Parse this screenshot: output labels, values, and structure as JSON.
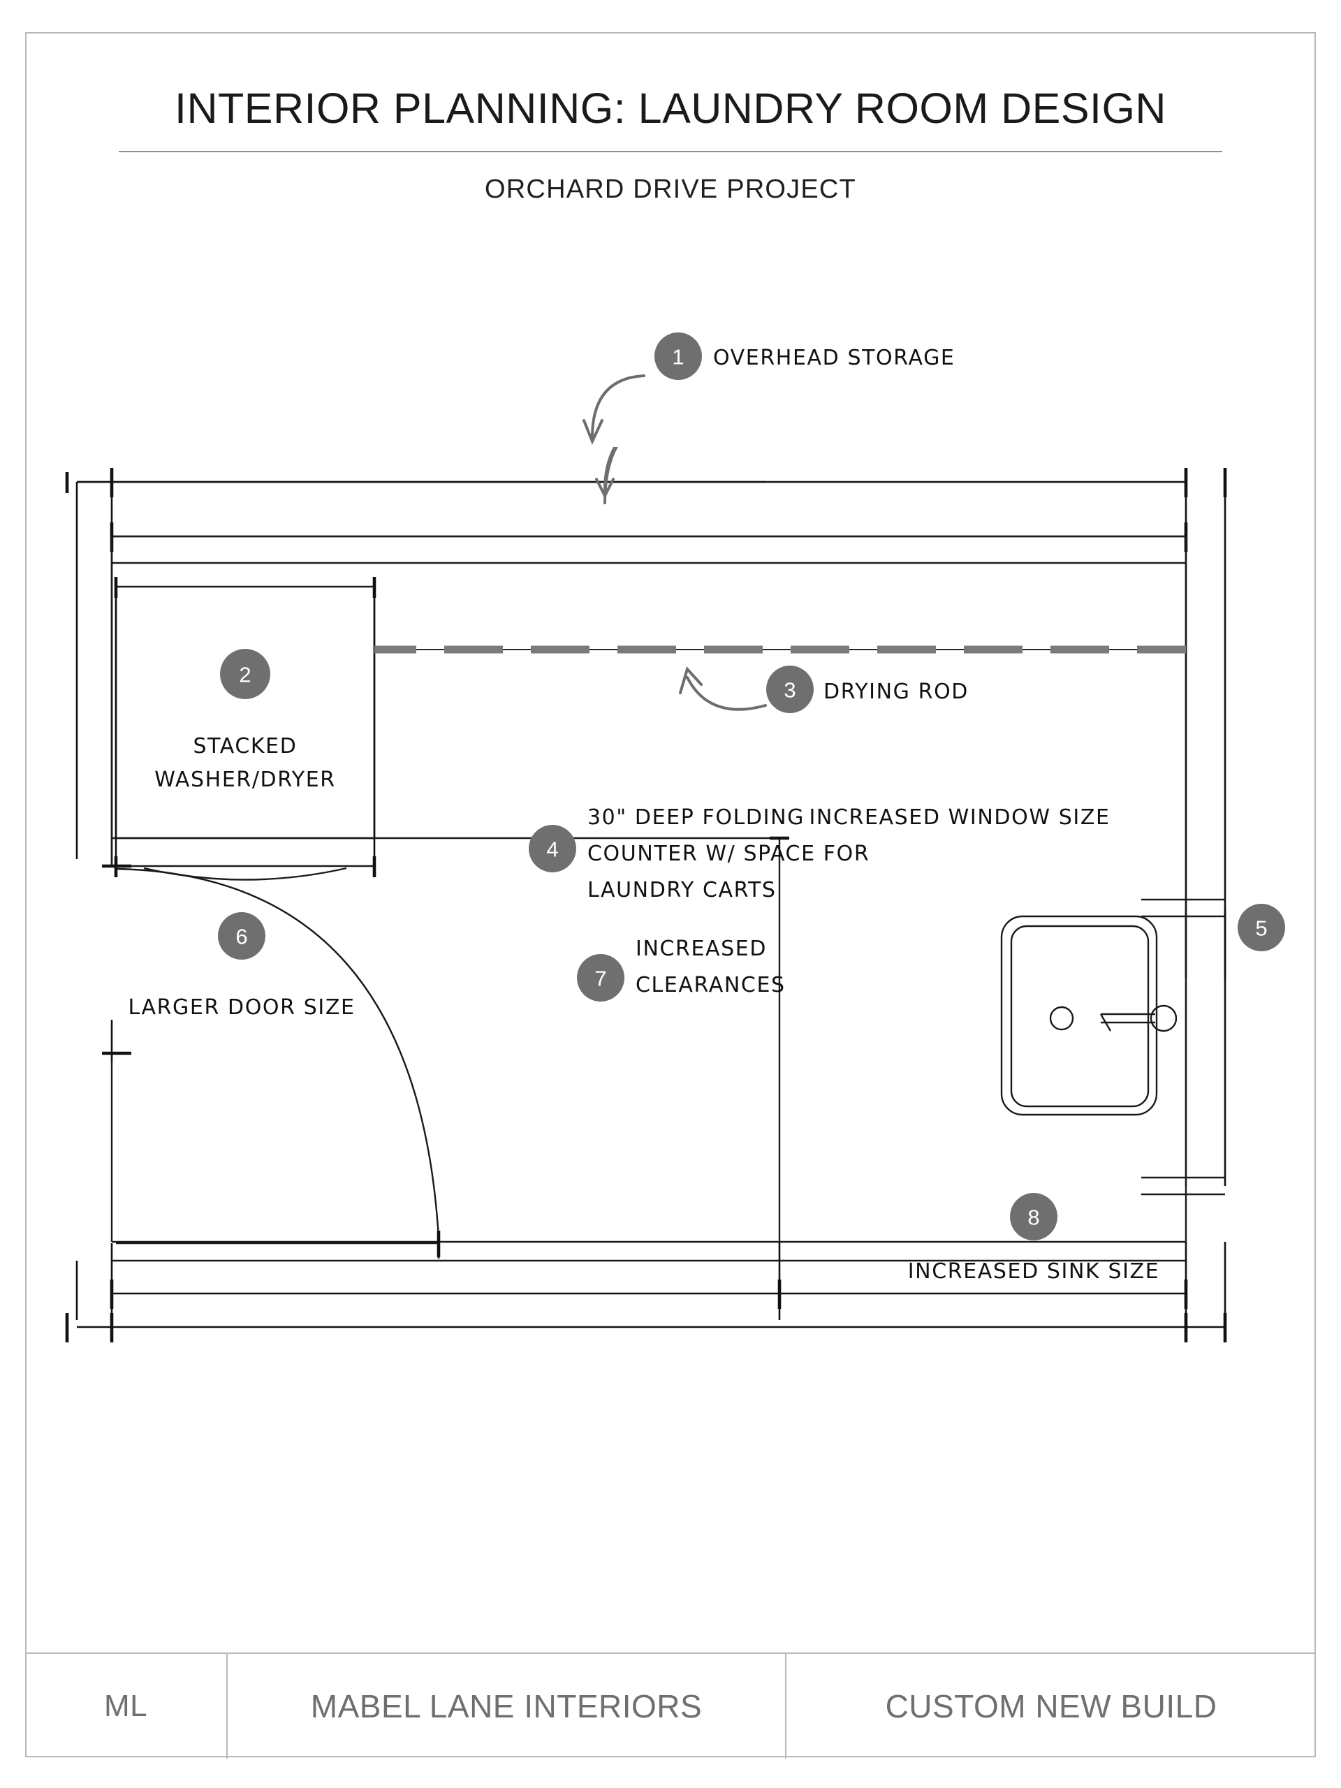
{
  "sheet": {
    "title": "INTERIOR PLANNING: LAUNDRY ROOM DESIGN",
    "subtitle": "ORCHARD DRIVE PROJECT"
  },
  "colors": {
    "badge_gray": "#6f6f6f",
    "line_black": "#111111",
    "border_gray": "#b9b9b9",
    "rod_gray": "#7a7a7a",
    "footer_text": "#6f6f6f"
  },
  "callouts": [
    {
      "number": "1",
      "label": "OVERHEAD STORAGE"
    },
    {
      "number": "2",
      "label_line1": "STACKED",
      "label_line2": "WASHER/DRYER"
    },
    {
      "number": "3",
      "label": "DRYING ROD"
    },
    {
      "number": "4",
      "label_line1": "30\" DEEP FOLDING",
      "label_line2": "COUNTER W/ SPACE FOR",
      "label_line3": "LAUNDRY CARTS"
    },
    {
      "number": "5",
      "label": "INCREASED WINDOW SIZE"
    },
    {
      "number": "6",
      "label": "LARGER DOOR SIZE"
    },
    {
      "number": "7",
      "label_line1": "INCREASED",
      "label_line2": "CLEARANCES"
    },
    {
      "number": "8",
      "label": "INCREASED SINK SIZE"
    }
  ],
  "footer": {
    "initials": "ML",
    "firm": "MABEL LANE INTERIORS",
    "scope": "CUSTOM NEW BUILD"
  }
}
